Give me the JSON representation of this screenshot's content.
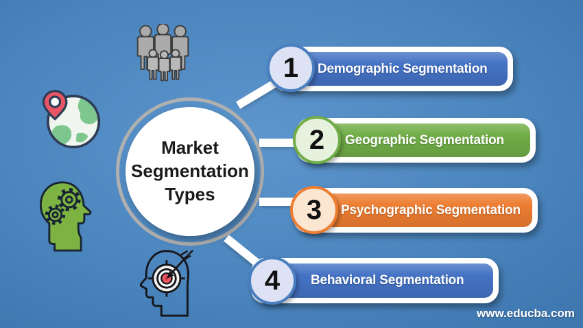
{
  "title_circle": {
    "lines": [
      "Market",
      "Segmentation",
      "Types"
    ]
  },
  "items": [
    {
      "number": "1",
      "label": "Demographic Segmentation",
      "bar_color": "#4472c4",
      "badge_fill": "#dde3f4",
      "badge_border": "#4a7fc1"
    },
    {
      "number": "2",
      "label": "Geographic Segmentation",
      "bar_color": "#70ad47",
      "badge_fill": "#e6f2dd",
      "badge_border": "#70ad47"
    },
    {
      "number": "3",
      "label": "Psychographic Segmentation",
      "bar_color": "#ed7d31",
      "badge_fill": "#fbe6d2",
      "badge_border": "#ed7d31"
    },
    {
      "number": "4",
      "label": "Behavioral Segmentation",
      "bar_color": "#4472c4",
      "badge_fill": "#dde3f4",
      "badge_border": "#4a7fc1"
    }
  ],
  "icons": [
    {
      "name": "family-people-icon"
    },
    {
      "name": "globe-location-pin-icon"
    },
    {
      "name": "head-gears-icon"
    },
    {
      "name": "head-target-dart-icon"
    }
  ],
  "colors": {
    "bg_center": "#5d96cd",
    "bg_mid": "#4a84bc",
    "bg_edge": "#2e649c",
    "connector": "#ffffff",
    "ring": "#b0b0b0",
    "title_text": "#1b1b1b",
    "number_text": "#111111",
    "bar_text": "#ffffff"
  },
  "watermark": "www.educba.com"
}
